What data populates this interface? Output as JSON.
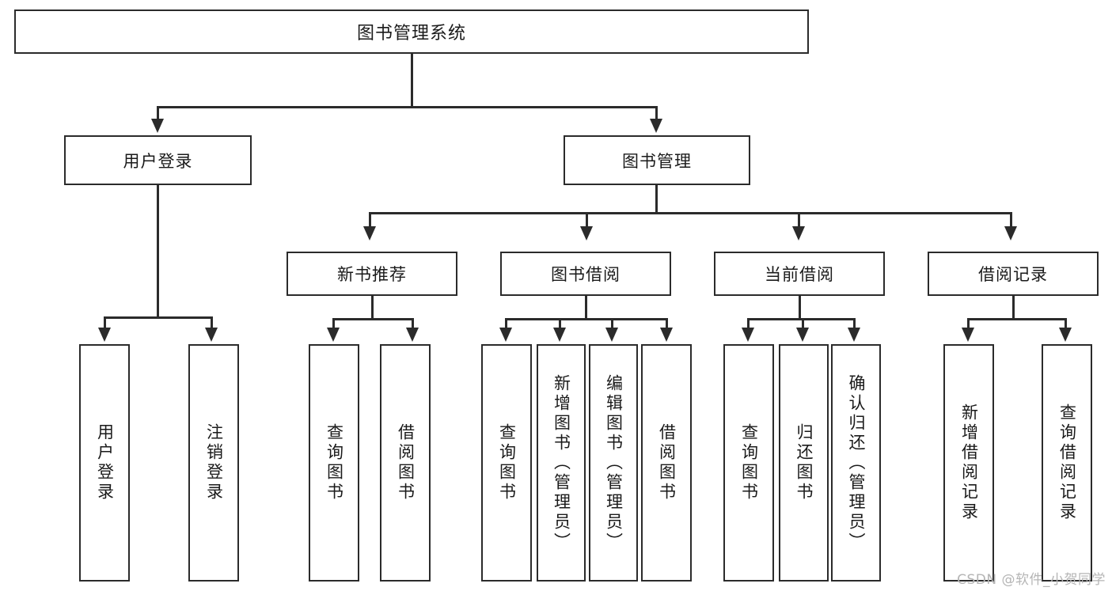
{
  "diagram": {
    "title": "图书管理系统",
    "watermark": "CSDN @软件_小贺同学",
    "level2": [
      {
        "label": "用户登录"
      },
      {
        "label": "图书管理"
      }
    ],
    "level3": [
      {
        "label": "新书推荐"
      },
      {
        "label": "图书借阅"
      },
      {
        "label": "当前借阅"
      },
      {
        "label": "借阅记录"
      }
    ],
    "leaves": [
      {
        "label": "用户登录"
      },
      {
        "label": "注销登录"
      },
      {
        "label": "查询图书"
      },
      {
        "label": "借阅图书"
      },
      {
        "label": "查询图书"
      },
      {
        "label": "新增图书（管理员）"
      },
      {
        "label": "编辑图书（管理员）"
      },
      {
        "label": "借阅图书"
      },
      {
        "label": "查询图书"
      },
      {
        "label": "归还图书"
      },
      {
        "label": "确认归还（管理员）"
      },
      {
        "label": "新增借阅记录"
      },
      {
        "label": "查询借阅记录"
      }
    ]
  },
  "colors": {
    "line": "#2b2b2b",
    "box_fill": "#ffffff",
    "text": "#1a1a1a",
    "watermark": "#b5b5b5"
  }
}
